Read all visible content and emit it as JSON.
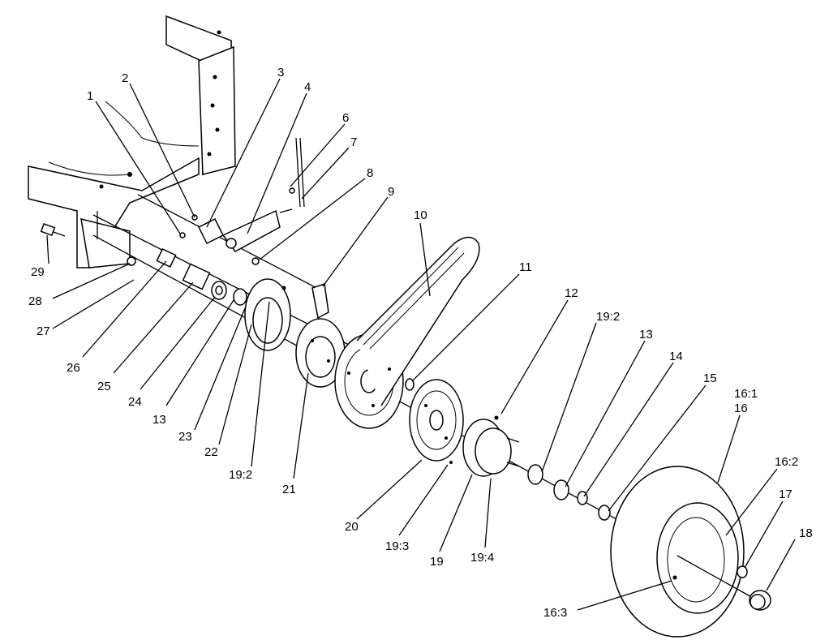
{
  "callouts": [
    {
      "id": "c1",
      "text": "1"
    },
    {
      "id": "c2",
      "text": "2"
    },
    {
      "id": "c3",
      "text": "3"
    },
    {
      "id": "c4",
      "text": "4"
    },
    {
      "id": "c6",
      "text": "6"
    },
    {
      "id": "c7",
      "text": "7"
    },
    {
      "id": "c8",
      "text": "8"
    },
    {
      "id": "c9",
      "text": "9"
    },
    {
      "id": "c10",
      "text": "10"
    },
    {
      "id": "c11",
      "text": "11"
    },
    {
      "id": "c12",
      "text": "12"
    },
    {
      "id": "c19_2a",
      "text": "19:2"
    },
    {
      "id": "c13a",
      "text": "13"
    },
    {
      "id": "c14",
      "text": "14"
    },
    {
      "id": "c15",
      "text": "15"
    },
    {
      "id": "c16_1",
      "text": "16:1"
    },
    {
      "id": "c16",
      "text": "16"
    },
    {
      "id": "c16_2",
      "text": "16:2"
    },
    {
      "id": "c17",
      "text": "17"
    },
    {
      "id": "c18",
      "text": "18"
    },
    {
      "id": "c29",
      "text": "29"
    },
    {
      "id": "c28",
      "text": "28"
    },
    {
      "id": "c27",
      "text": "27"
    },
    {
      "id": "c26",
      "text": "26"
    },
    {
      "id": "c25",
      "text": "25"
    },
    {
      "id": "c24",
      "text": "24"
    },
    {
      "id": "c13b",
      "text": "13"
    },
    {
      "id": "c23",
      "text": "23"
    },
    {
      "id": "c22",
      "text": "22"
    },
    {
      "id": "c19_2b",
      "text": "19:2"
    },
    {
      "id": "c21",
      "text": "21"
    },
    {
      "id": "c20",
      "text": "20"
    },
    {
      "id": "c19_3",
      "text": "19:3"
    },
    {
      "id": "c19",
      "text": "19"
    },
    {
      "id": "c19_4",
      "text": "19:4"
    },
    {
      "id": "c16_3",
      "text": "16:3"
    }
  ]
}
